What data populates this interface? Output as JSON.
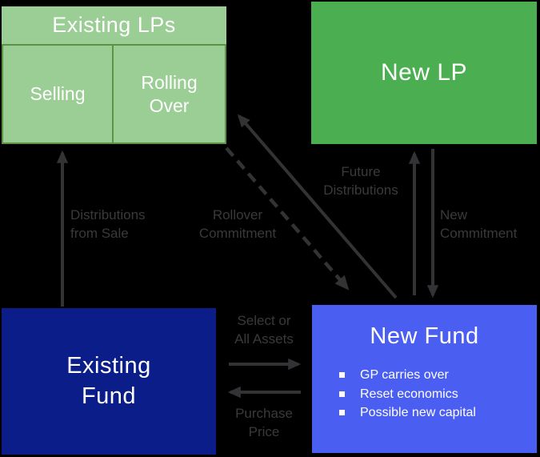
{
  "colors": {
    "bg": "#000000",
    "light_green": "#9BCE94",
    "dark_green": "#5B9442",
    "bright_green": "#4BAF51",
    "navy": "#0B1D88",
    "royal_blue": "#4B5EF2",
    "arrow_gray": "#333336",
    "label_gray": "#3A3A3D",
    "box_text": "#FFFFFF"
  },
  "boxes": {
    "existing_lps": {
      "title": "Existing LPs",
      "sub_boxes": [
        {
          "label": "Selling"
        },
        {
          "label": "Rolling\nOver"
        }
      ]
    },
    "new_lp": {
      "title": "New LP"
    },
    "existing_fund": {
      "title": "Existing\nFund"
    },
    "new_fund": {
      "title": "New Fund",
      "bullets": [
        "GP carries over",
        "Reset economics",
        "Possible new capital"
      ]
    }
  },
  "arrow_labels": {
    "distributions_from_sale": "Distributions\nfrom Sale",
    "rollover_commitment": "Rollover\nCommitment",
    "future_distributions": "Future\nDistributions",
    "new_commitment": "New\nCommitment",
    "select_or_all_assets": "Select or\nAll Assets",
    "purchase_price": "Purchase\nPrice"
  },
  "arrows": [
    {
      "name": "distributions-from-sale",
      "from": "Existing Fund",
      "to": "Selling LPs",
      "style": "solid",
      "direction": "up"
    },
    {
      "name": "rollover-commitment",
      "from": "Rolling Over LPs",
      "to": "New Fund",
      "style": "dashed",
      "direction": "down-right"
    },
    {
      "name": "future-distributions-diagonal",
      "from": "New Fund",
      "to": "Rolling Over LPs",
      "style": "solid",
      "direction": "up-left"
    },
    {
      "name": "future-distributions-vertical",
      "from": "New Fund",
      "to": "New LP",
      "style": "solid",
      "direction": "up"
    },
    {
      "name": "new-commitment",
      "from": "New LP",
      "to": "New Fund",
      "style": "solid",
      "direction": "down"
    },
    {
      "name": "select-or-all-assets",
      "from": "Existing Fund",
      "to": "New Fund",
      "style": "solid",
      "direction": "right"
    },
    {
      "name": "purchase-price",
      "from": "New Fund",
      "to": "Existing Fund",
      "style": "solid",
      "direction": "left"
    }
  ]
}
